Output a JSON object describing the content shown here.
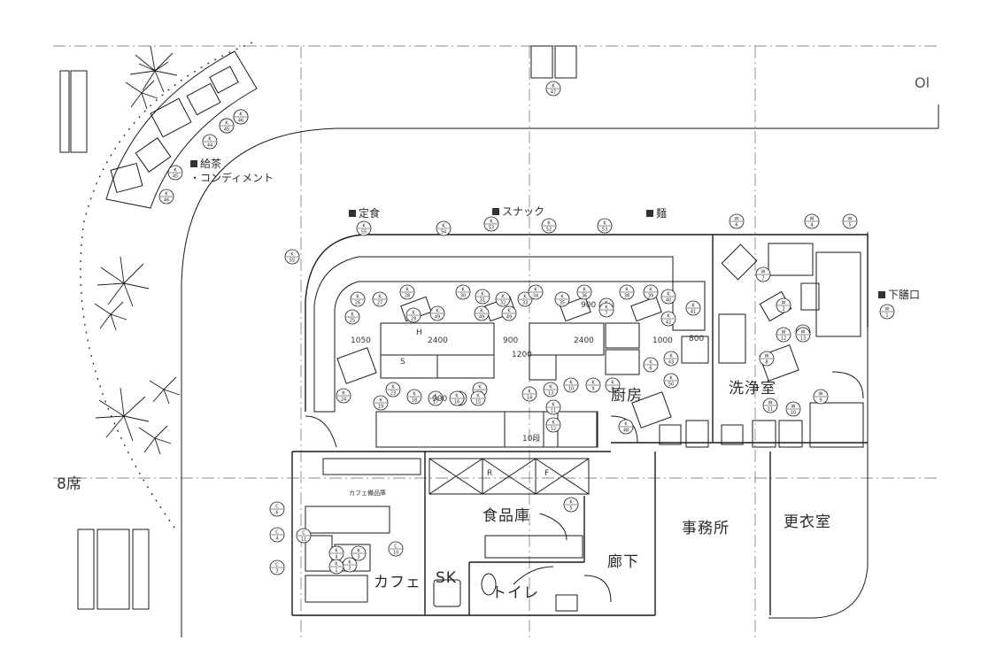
{
  "rooms": {
    "kitchen": "厨房",
    "washroom": "洗浄室",
    "food_storage": "食品庫",
    "office": "事務所",
    "locker_room": "更衣室",
    "corridor": "廊下",
    "cafe": "カフェ",
    "sink": "SK",
    "toilet": "トイレ"
  },
  "sections": {
    "teishoku": "定食",
    "snack": "スナック",
    "noodles": "麺",
    "tray_return": "下膳口",
    "tea": "給茶",
    "condiment": "・コンディメント"
  },
  "labels": {
    "cafe_storage": "カフェ備品庫",
    "seats": "8席",
    "corner_text": "Ol",
    "h_mark": "H",
    "r_mark": "R",
    "f_mark": "F",
    "s_mark": "S",
    "shelf_10": "10段"
  },
  "dimensions": [
    "1050",
    "2400",
    "900",
    "2400",
    "1000",
    "1200",
    "900",
    "800",
    "900"
  ],
  "equipment_tags": {
    "k": [
      {
        "n": "47"
      },
      {
        "n": "44"
      },
      {
        "n": "45"
      },
      {
        "n": "46"
      },
      {
        "n": "45"
      },
      {
        "n": "46"
      },
      {
        "n": "45"
      },
      {
        "n": "46"
      },
      {
        "n": "55"
      },
      {
        "n": "55"
      },
      {
        "n": "54"
      },
      {
        "n": "53"
      },
      {
        "n": "52"
      },
      {
        "n": "53"
      },
      {
        "n": "26"
      },
      {
        "n": "27"
      },
      {
        "n": "28"
      },
      {
        "n": "30"
      },
      {
        "n": "31"
      },
      {
        "n": "32"
      },
      {
        "n": "33"
      },
      {
        "n": "34"
      },
      {
        "n": "35"
      },
      {
        "n": "36"
      },
      {
        "n": "37"
      },
      {
        "n": "38"
      },
      {
        "n": "39"
      },
      {
        "n": "40"
      },
      {
        "n": "41"
      },
      {
        "n": "25"
      },
      {
        "n": "29"
      },
      {
        "n": "49"
      },
      {
        "n": "49"
      },
      {
        "n": "7"
      },
      {
        "n": "49"
      },
      {
        "n": "42"
      },
      {
        "n": "43"
      },
      {
        "n": "50"
      },
      {
        "n": "6"
      },
      {
        "n": "24"
      },
      {
        "n": "23"
      },
      {
        "n": "22"
      },
      {
        "n": "20"
      },
      {
        "n": "18"
      },
      {
        "n": "17"
      },
      {
        "n": "16"
      },
      {
        "n": "15"
      },
      {
        "n": "14"
      },
      {
        "n": "19"
      },
      {
        "n": "13"
      },
      {
        "n": "10"
      },
      {
        "n": "9"
      },
      {
        "n": "8"
      },
      {
        "n": "48"
      },
      {
        "n": "11"
      },
      {
        "n": "12"
      },
      {
        "n": "5"
      },
      {
        "n": "3"
      },
      {
        "n": "4"
      },
      {
        "n": "2"
      },
      {
        "n": "1"
      }
    ],
    "w": [
      {
        "n": "6"
      },
      {
        "n": "4"
      },
      {
        "n": "5"
      },
      {
        "n": "7"
      },
      {
        "n": "1"
      },
      {
        "n": "2"
      },
      {
        "n": "3"
      },
      {
        "n": "12"
      },
      {
        "n": "13"
      },
      {
        "n": "8"
      },
      {
        "n": "9"
      },
      {
        "n": "11"
      },
      {
        "n": "10"
      }
    ],
    "c": [
      {
        "n": "6"
      },
      {
        "n": "4"
      },
      {
        "n": "3"
      },
      {
        "n": "11"
      },
      {
        "n": "10"
      }
    ]
  },
  "colors": {
    "line": "#1a1a1a",
    "grid": "#555555",
    "text": "#2a2a2a"
  }
}
